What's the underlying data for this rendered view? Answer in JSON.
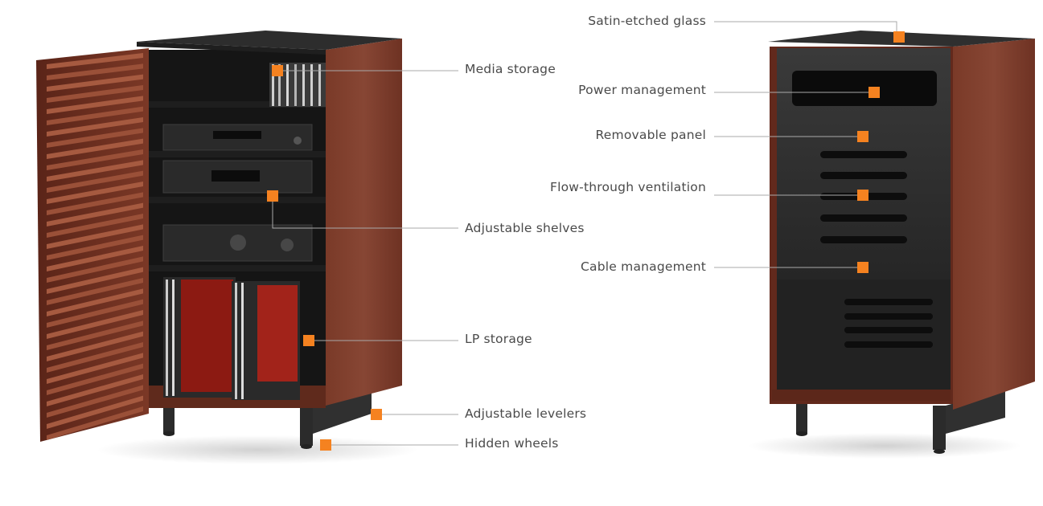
{
  "figure": {
    "title": "Cabinet feature callouts",
    "accent_color": "#f58220",
    "leader_color": "#a9a9a9",
    "wood_color": "#6b2f20",
    "metal_color": "#2c2c2c"
  },
  "left_cabinet": {
    "view": "front-open",
    "callouts": [
      {
        "id": "media-storage",
        "label": "Media storage"
      },
      {
        "id": "adjustable-shelves",
        "label": "Adjustable shelves"
      },
      {
        "id": "lp-storage",
        "label": "LP storage"
      },
      {
        "id": "adjustable-levelers",
        "label": "Adjustable levelers"
      },
      {
        "id": "hidden-wheels",
        "label": "Hidden wheels"
      }
    ]
  },
  "right_cabinet": {
    "view": "rear",
    "callouts": [
      {
        "id": "satin-etched-glass",
        "label": "Satin-etched glass"
      },
      {
        "id": "power-management",
        "label": "Power management"
      },
      {
        "id": "removable-panel",
        "label": "Removable panel"
      },
      {
        "id": "flow-through-ventilation",
        "label": "Flow-through ventilation"
      },
      {
        "id": "cable-management",
        "label": "Cable management"
      }
    ]
  }
}
